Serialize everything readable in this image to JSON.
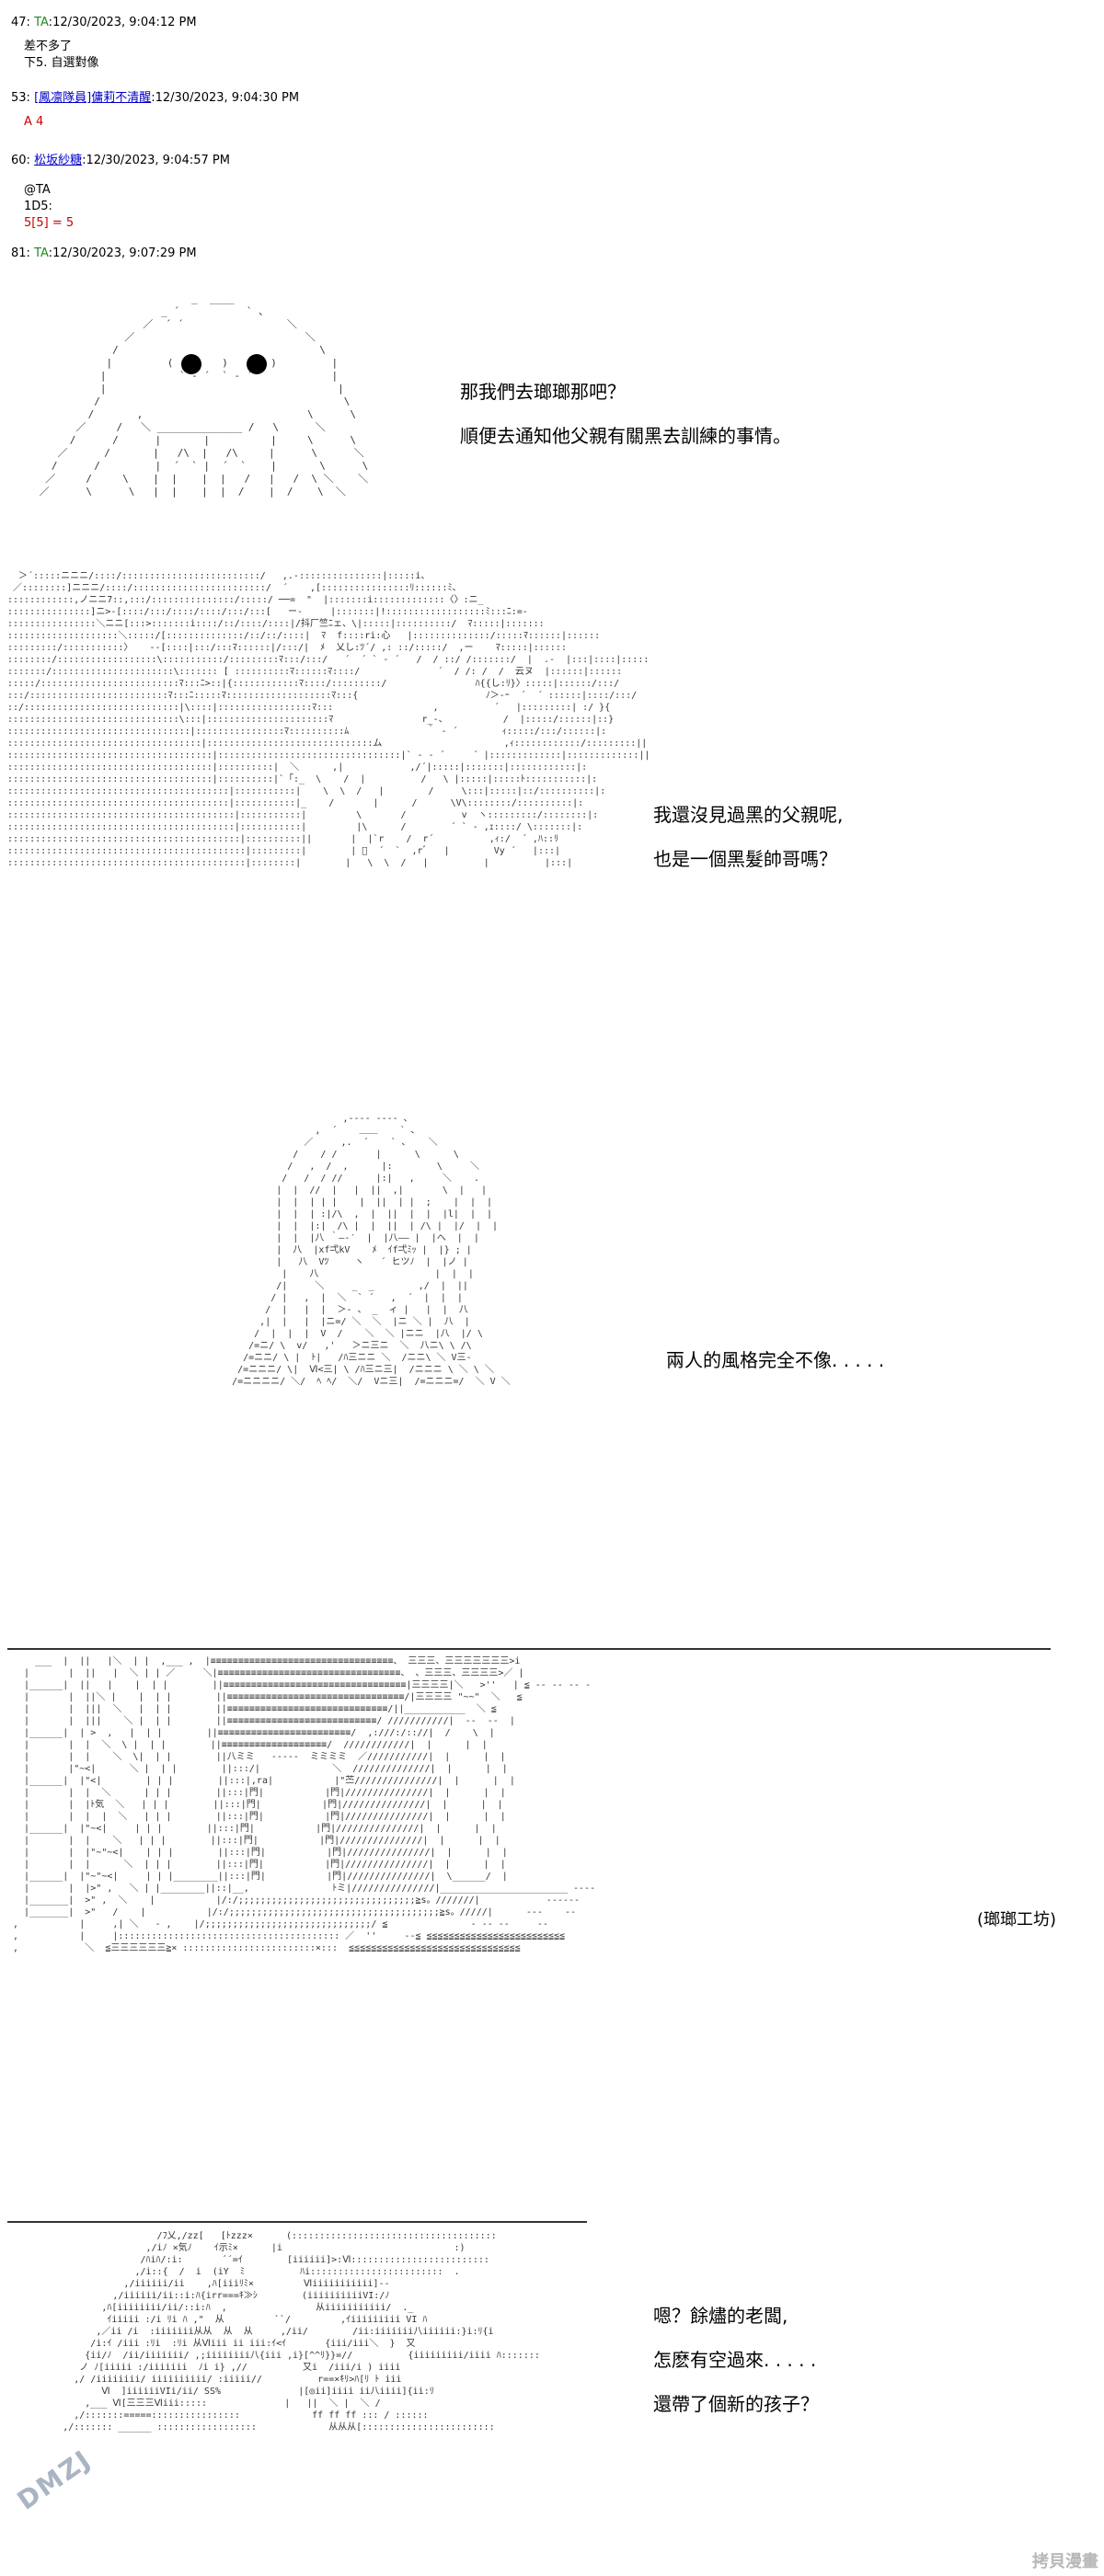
{
  "posts": [
    {
      "num": "47",
      "name": "TA",
      "date": "12/30/2023, 9:04:12 PM",
      "lines": [
        "差不多了",
        "下5. 自選對像"
      ]
    },
    {
      "num": "53",
      "name": "[鳳凛隊員]傭莉不清醒",
      "date": "12/30/2023, 9:04:30 PM",
      "lines": [
        "A 4"
      ]
    },
    {
      "num": "60",
      "name": "松坂紗糖",
      "date": "12/30/2023, 9:04:57 PM",
      "lines": [
        "@TA",
        "1D5:",
        "5[5] = 5"
      ]
    },
    {
      "num": "81",
      "name": "TA",
      "date": "12/30/2023, 9:07:29 PM"
    }
  ],
  "dialogue": {
    "d1": [
      "那我們去瑯瑯那吧？",
      "順便去通知他父親有關黑去訓練的事情。"
    ],
    "d2": [
      "我還沒見過黑的父親呢,",
      "也是一個黑髮帥哥嗎？"
    ],
    "d3": [
      "兩人的風格完全不像. . . . ."
    ],
    "d4": [
      "(瑯瑯工坊)"
    ],
    "d5": [
      "嗯？餘燼的老闆,",
      "怎麽有空過來. . . . .",
      "還帶了個新的孩子？"
    ]
  },
  "watermark": "DMZJ",
  "site_mark": "拷貝漫畫"
}
